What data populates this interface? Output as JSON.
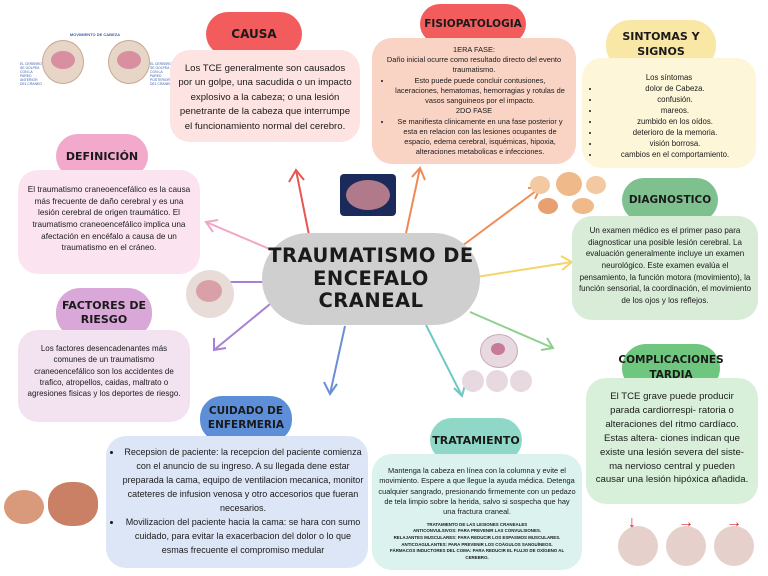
{
  "center_title": "TRAUMATISMO DE ENCEFALO CRANEAL",
  "causa": {
    "title": "CAUSA",
    "text": "Los TCE generalmente son causados por un golpe, una sacudida o un impacto explosivo a la cabeza; o una lesión penetrante de la cabeza que interrumpe el funcionamiento normal del cerebro."
  },
  "fisiopatologia": {
    "title": "FISIOPATOLOGIA",
    "phase1_label": "1ERA FASE:",
    "phase1_text": "Daño inicial ocurre como resultado directo del evento traumatismo.",
    "phase1_bullet": "Esto puede puede concluir contusiones, laceraciones, hematomas, hemorragias y rotulas de vasos sanguineos por el impacto.",
    "phase2_label": "2DO FASE",
    "phase2_bullet": "Se manifiesta clinicamente en una fase posterior y esta en relacion con las lesiones ocupantes de espacio, edema cerebral, isquémicas, hipoxia, alteraciones metabolicas e infecciones."
  },
  "sintomas": {
    "title": "SINTOMAS Y SIGNOS",
    "intro": "Los síntomas",
    "items": [
      "dolor de Cabeza.",
      "confusión.",
      "mareos.",
      "zumbido en los oídos.",
      "deterioro de la memoria.",
      "visión borrosa.",
      "cambios en el comportamiento."
    ]
  },
  "definicion": {
    "title": "DEFINICIÓN",
    "text": "El traumatismo craneoencefálico es la causa más frecuente de daño cerebral y es una lesión cerebral de origen traumático. El traumatismo craneoencefálico implica una afectación en encéfalo a causa de un traumatismo en el cráneo."
  },
  "diagnostico": {
    "title": "DIAGNOSTICO",
    "text": "Un examen médico es el primer paso para diagnosticar una posible lesión cerebral. La evaluación generalmente incluye un examen neurológico. Este examen evalúa el pensamiento, la función motora (movimiento), la función sensorial, la coordinación, el movimiento de los ojos y los reflejos."
  },
  "factores": {
    "title": "FACTORES DE RIESGO",
    "text": "Los factores desencadenantes más comunes de un traumatismo craneoencefálico son los accidentes de trafico, atropellos, caidas, maltrato o agresiones fisicas y los deportes de riesgo."
  },
  "complicaciones": {
    "title": "COMPLICACIONES TARDIA",
    "text": "El TCE grave puede producir parada cardiorrespi- ratoria o alteraciones del ritmo cardíaco. Estas altera- ciones indican que existe una lesión severa del siste- ma nervioso central y pueden causar una lesión hipóxica añadida."
  },
  "cuidado": {
    "title": "CUIDADO DE ENFERMERIA",
    "items": [
      "Recepsion de paciente: la recepcion del paciente comienza con el anuncio de su ingreso. A su llegada dene estar preparada la cama, equipo de ventilacion mecanica, monitor cateteres de infusion venosa y otro accesorios que fueran necesarios.",
      "Movilizacion del paciente hacia la cama: se hara con sumo cuidado, para evitar la exacerbacion del dolor o lo que esmas frecuente el compromiso medular"
    ]
  },
  "tratamiento": {
    "title": "TRATAMIENTO",
    "text": "Mantenga la cabeza en línea con la columna y evite el movimiento. Espere a que llegue la ayuda médica. Detenga cualquier sangrado, presionando firmemente con un pedazo de tela limpio sobre la herida, salvo si sospecha que hay una fractura craneal.",
    "fine_lines": [
      "TRATAMIENTO DE LAS LESIONES CRANEALES",
      "ANTICONVULSIVOS: PARA PREVENIR LAS CONVULSIONES.",
      "RELAJANTES MUSCULARES: PARA REDUCIR LOS ESPASMOS MUSCULARES.",
      "ANTICOAGULANTES: PARA PREVENIR LOS COÁGULOS SANGUÍNEOS.",
      "FÁRMACOS INDUCTORES DEL COMA: PARA REDUCIR EL FLUJO DE OXÍGENO AL CEREBRO."
    ]
  },
  "image_captions": {
    "top_left_title": "MOVIMIENTO DE CABEZA",
    "top_left_left": "EL CEREBRO SE GOLPEA CON LA PARED ANTERIOR DEL CRANEO",
    "top_left_right": "EL CEREBRO SE GOLPEA CON LA PARED POSTERIOR DEL CRANEO"
  },
  "colors": {
    "causa": "#f25c5c",
    "fisiopatologia": "#f7cfc0",
    "sintomas": "#f9e7a6",
    "definicion": "#f3a9cc",
    "diagnostico": "#7fc08f",
    "factores": "#d9a7d8",
    "complicaciones": "#6fc77f",
    "cuidado": "#5c8fd8",
    "tratamiento": "#8fd8c8",
    "center": "#cfcfcf"
  }
}
